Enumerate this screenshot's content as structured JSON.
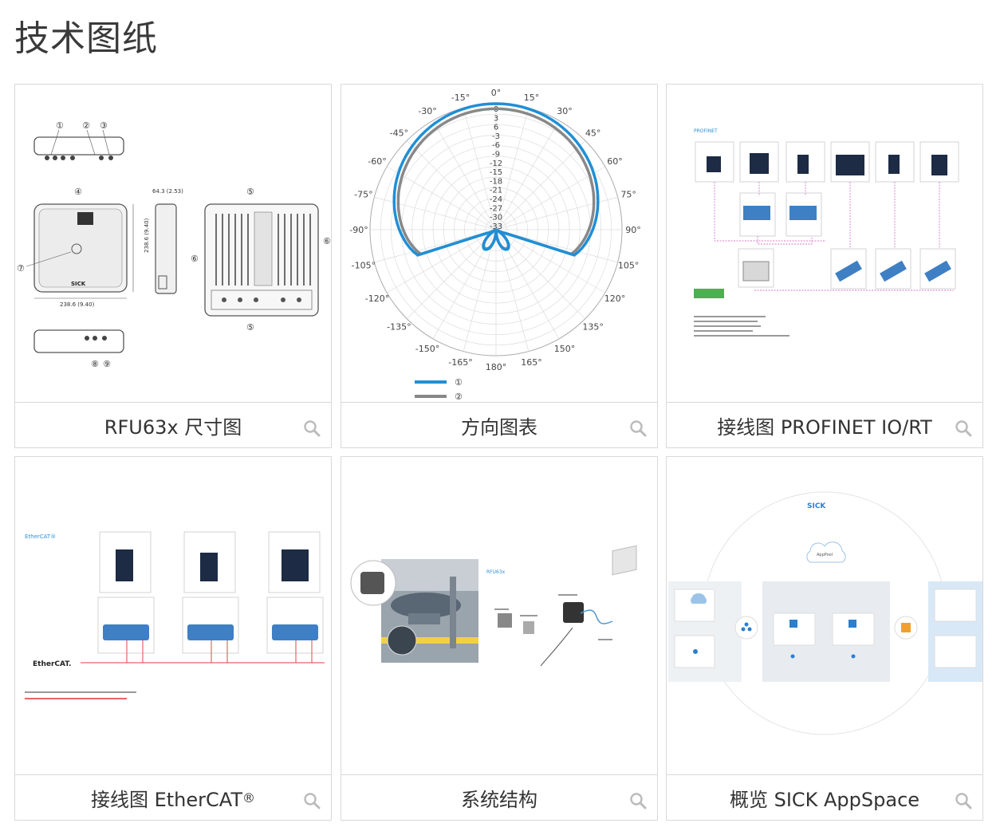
{
  "page": {
    "title": "技术图纸"
  },
  "cards": [
    {
      "caption": "RFU63x 尺寸图",
      "icon": "magnifier-icon"
    },
    {
      "caption": "方向图表",
      "icon": "magnifier-icon"
    },
    {
      "caption": "接线图 PROFINET IO/RT",
      "icon": "magnifier-icon"
    },
    {
      "caption": "接线图 EtherCAT",
      "caption_sup": "®",
      "icon": "magnifier-icon"
    },
    {
      "caption": "系统结构",
      "icon": "magnifier-icon"
    },
    {
      "caption": "概览 SICK AppSpace",
      "icon": "magnifier-icon"
    }
  ],
  "dimension_drawing": {
    "callouts": [
      "①",
      "②",
      "③",
      "④",
      "⑤",
      "⑥",
      "⑦",
      "⑧",
      "⑨"
    ],
    "dim_width": "238.6 (9.40)",
    "dim_height": "238.6 (9.40)",
    "dim_depth": "64.3 (2.53)",
    "logo": "SICK"
  },
  "polar_chart": {
    "angle_labels": [
      "0°",
      "15°",
      "30°",
      "45°",
      "60°",
      "75°",
      "90°",
      "105°",
      "120°",
      "135°",
      "150°",
      "165°",
      "180°",
      "-165°",
      "-150°",
      "-135°",
      "-120°",
      "-105°",
      "-90°",
      "-75°",
      "-60°",
      "-45°",
      "-30°",
      "-15°"
    ],
    "ring_labels": [
      "0",
      "3",
      "6",
      "-3",
      "-6",
      "-9",
      "-12",
      "-15",
      "-18",
      "-21",
      "-24",
      "-27",
      "-30",
      "-33"
    ],
    "legend": [
      "①",
      "②"
    ],
    "colors": {
      "series1": "#1f8fd6",
      "series2": "#888888"
    }
  },
  "profinet": {
    "tag": "PROFINET"
  },
  "ethercat": {
    "tag": "EtherCAT®",
    "logo": "EtherCAT."
  },
  "system": {
    "tag": "RFU63x"
  },
  "appspace": {
    "logo": "SICK",
    "cloud": "AppPool"
  }
}
